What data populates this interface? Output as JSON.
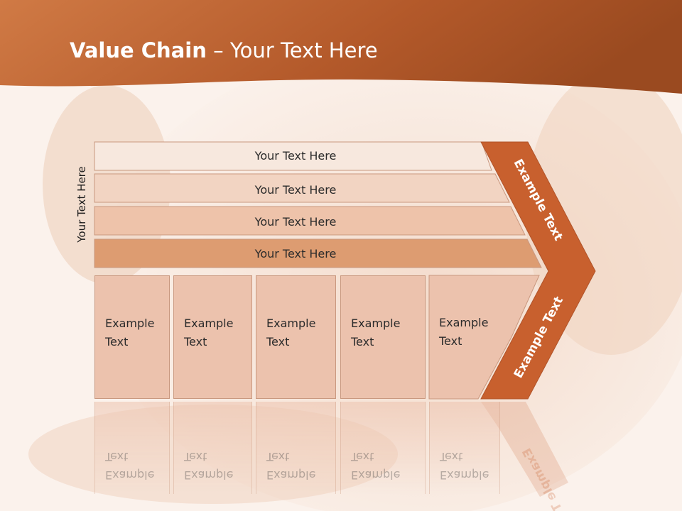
{
  "title": {
    "bold": "Value Chain",
    "separator": " – ",
    "rest": "Your Text Here"
  },
  "side_label": "Your Text Here",
  "bars": [
    {
      "label": "Your Text Here"
    },
    {
      "label": "Your Text Here"
    },
    {
      "label": "Your Text Here"
    },
    {
      "label": "Your Text Here"
    }
  ],
  "boxes": [
    {
      "line1": "Example",
      "line2": "Text"
    },
    {
      "line1": "Example",
      "line2": "Text"
    },
    {
      "line1": "Example",
      "line2": "Text"
    },
    {
      "line1": "Example",
      "line2": "Text"
    },
    {
      "line1": "Example",
      "line2": "Text"
    }
  ],
  "chevron": {
    "upper_label": "Example Text",
    "lower_label": "Example Text"
  },
  "colors": {
    "header": "#c8672c",
    "chevron": "#c8602e",
    "bar1": "#f7e8de",
    "bar2": "#f2d4c2",
    "bar3": "#eec3aa",
    "bar4": "#dd9c71",
    "box": "#ecc2ad"
  }
}
